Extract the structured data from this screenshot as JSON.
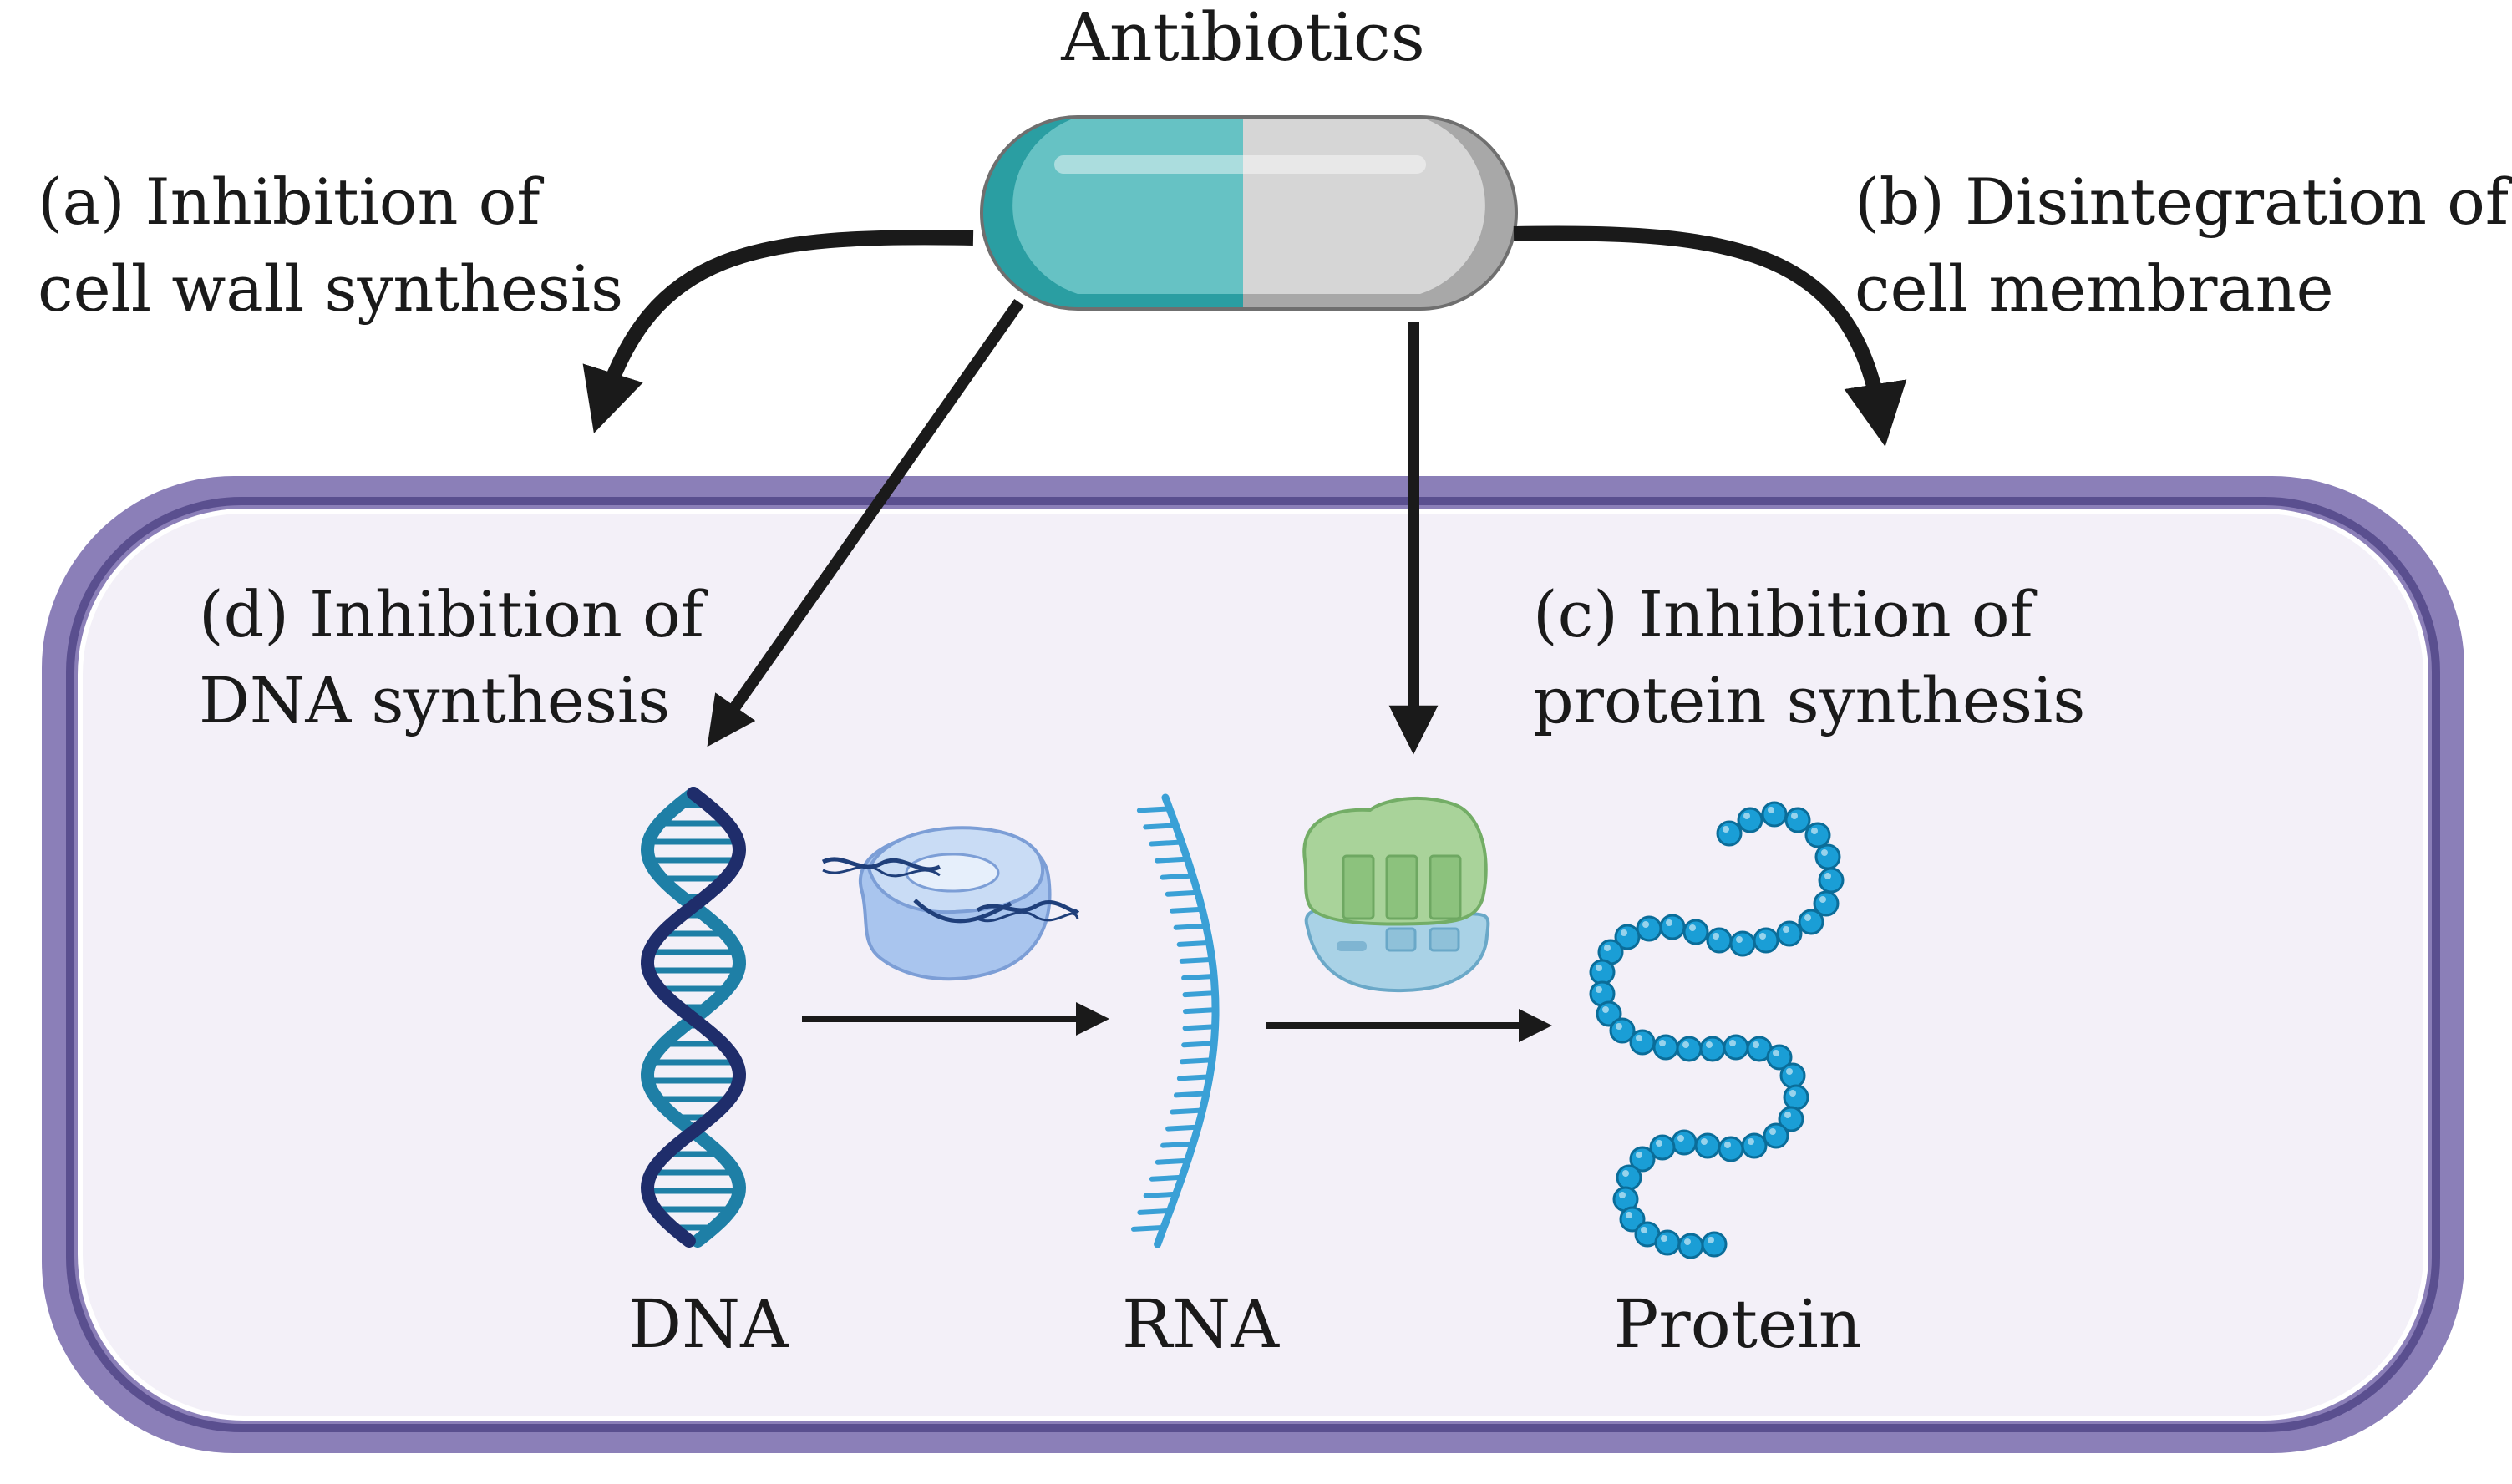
{
  "title": "Antibiotics",
  "mechanisms": {
    "a": {
      "line1": "(a) Inhibition of",
      "line2": "cell wall synthesis"
    },
    "b": {
      "line1": "(b) Disintegration of",
      "line2": "cell membrane"
    },
    "c": {
      "line1": "(c) Inhibition of",
      "line2": "protein synthesis"
    },
    "d": {
      "line1": "(d) Inhibition of",
      "line2": "DNA synthesis"
    }
  },
  "molecules": {
    "dna": "DNA",
    "rna": "RNA",
    "protein": "Protein"
  },
  "colors": {
    "cell_wall": "#8b7fb8",
    "cell_inner_line": "#5a4f8f",
    "cytoplasm": "#f3f0f8",
    "capsule_teal": "#66c2c4",
    "capsule_gray": "#d6d6d6",
    "dna_dark": "#1f2d6b",
    "dna_light": "#1e7fa6",
    "rna": "#3aa0d6",
    "protein_bead": "#1a9ed6",
    "arrow": "#1a1a1a"
  }
}
